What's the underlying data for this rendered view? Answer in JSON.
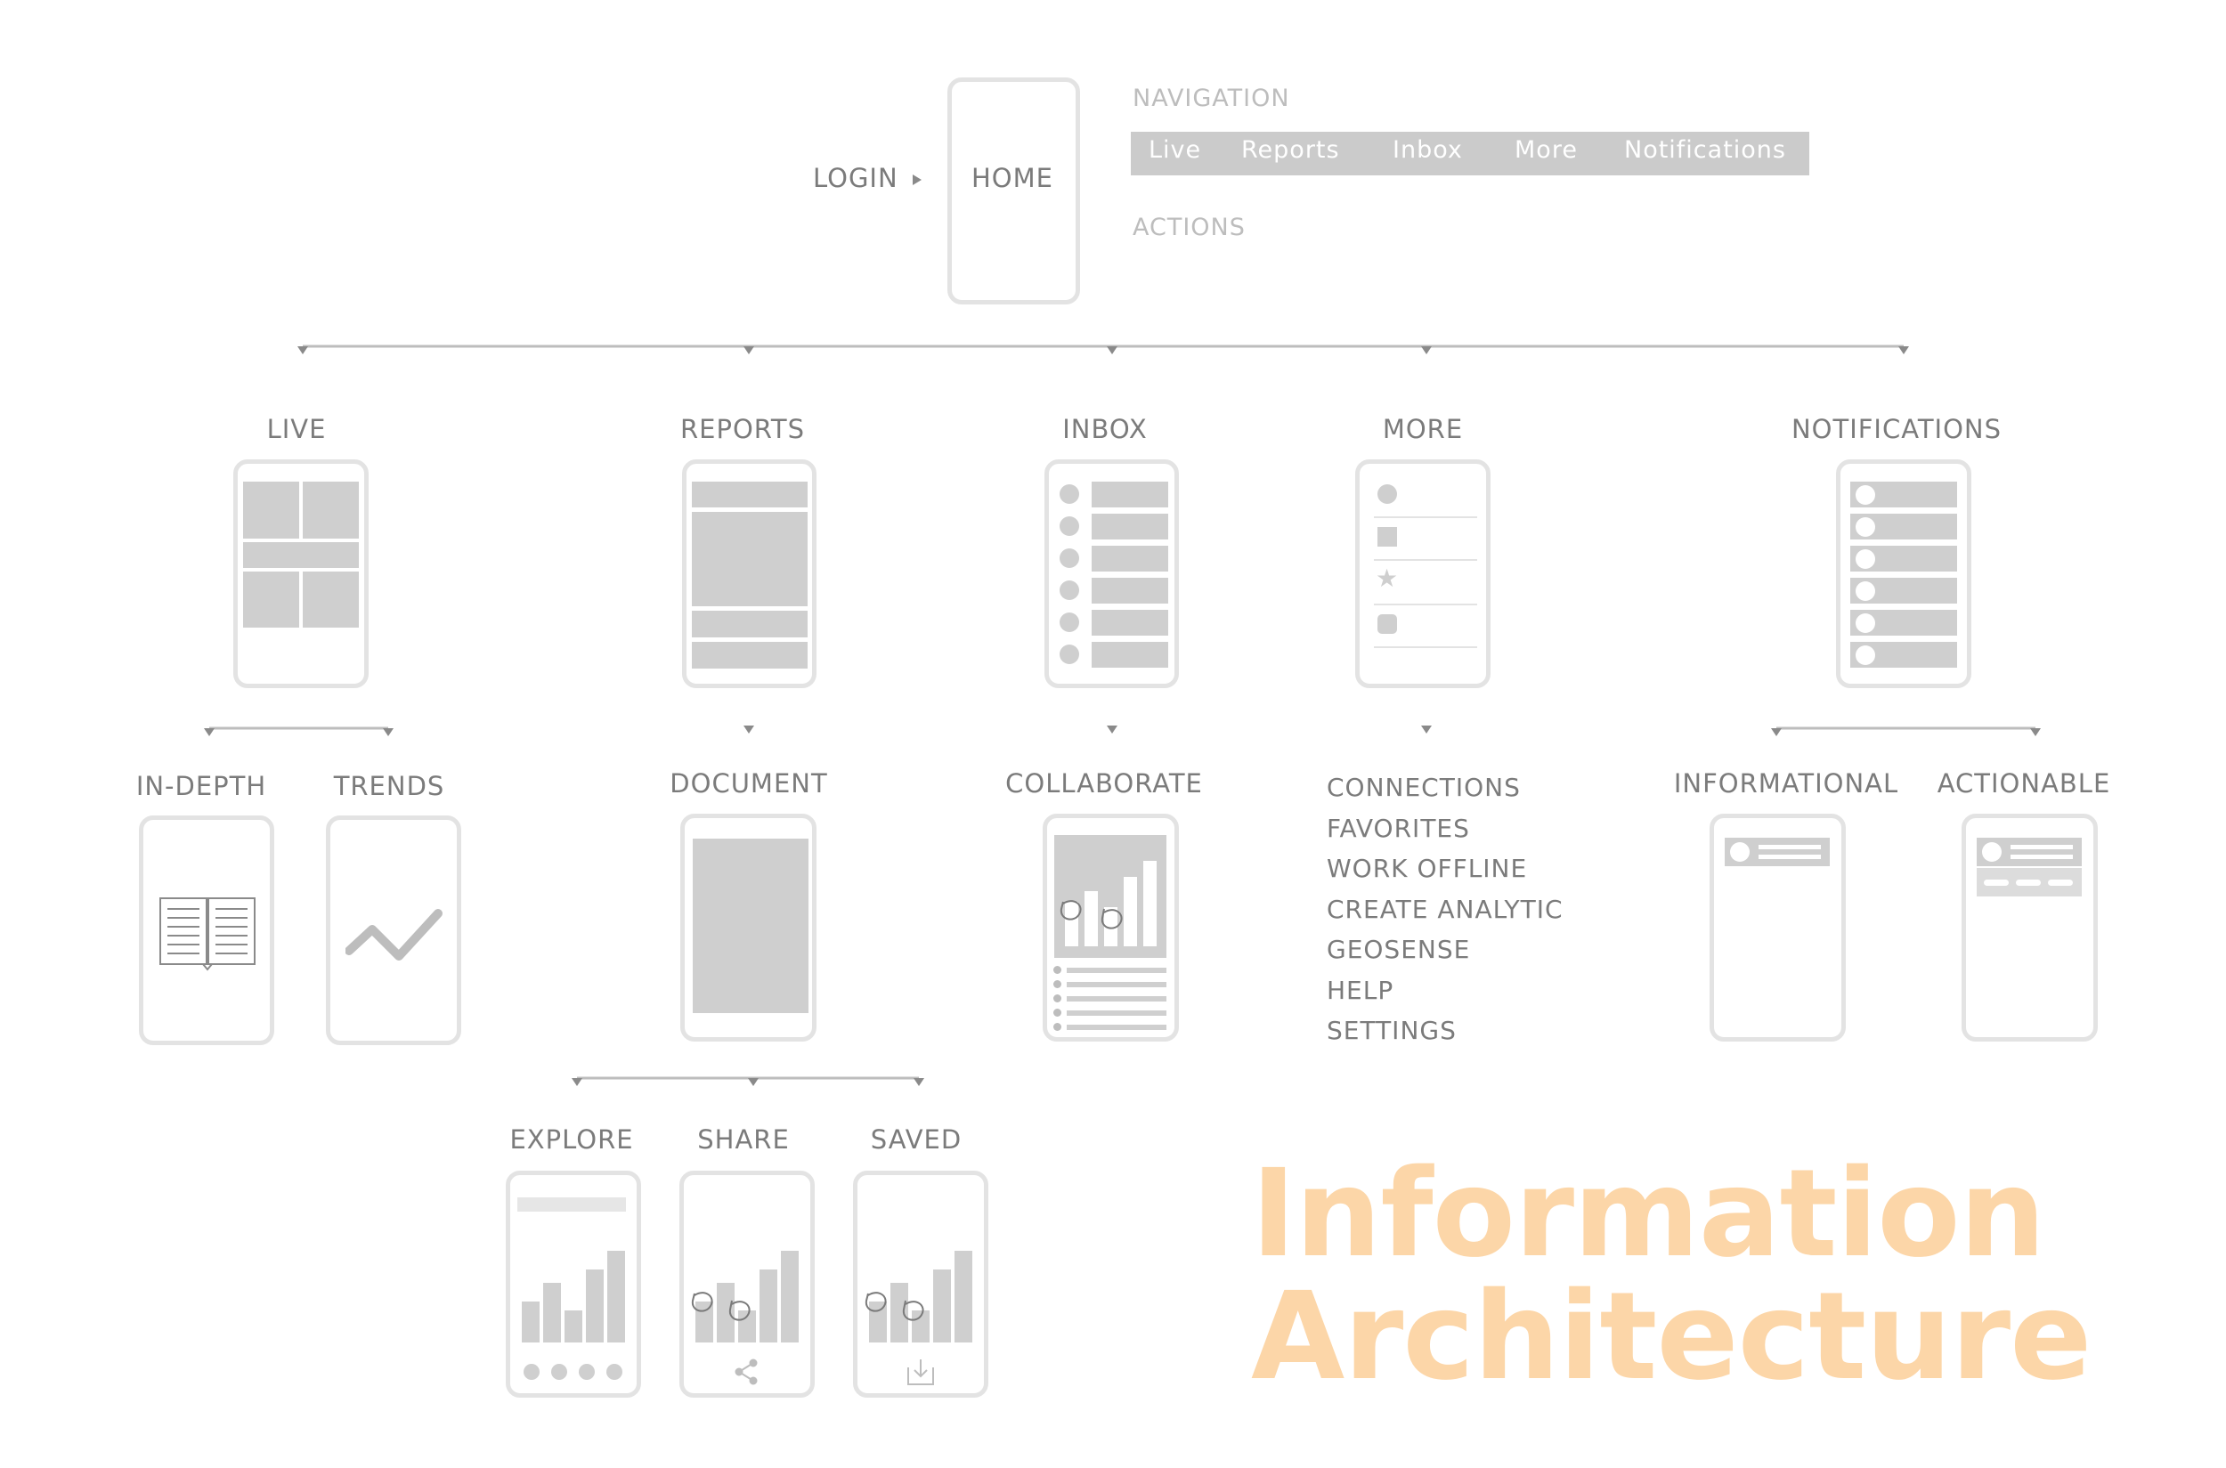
{
  "top": {
    "login": "LOGIN",
    "home": "HOME",
    "navigation_label": "NAVIGATION",
    "actions_label": "ACTIONS",
    "nav_items": [
      "Live",
      "Reports",
      "Inbox",
      "More",
      "Notifications"
    ]
  },
  "sections": {
    "live": "LIVE",
    "reports": "REPORTS",
    "inbox": "INBOX",
    "more": "MORE",
    "notifications": "NOTIFICATIONS"
  },
  "subs": {
    "in_depth": "IN-DEPTH",
    "trends": "TRENDS",
    "document": "DOCUMENT",
    "collaborate": "COLLABORATE",
    "informational": "INFORMATIONAL",
    "actionable": "ACTIONABLE"
  },
  "more_menu": [
    "CONNECTIONS",
    "FAVORITES",
    "WORK OFFLINE",
    "CREATE ANALYTIC",
    "GEOSENSE",
    "HELP",
    "SETTINGS"
  ],
  "doc_children": {
    "explore": "EXPLORE",
    "share": "SHARE",
    "saved": "SAVED"
  },
  "title": {
    "line1": "Information",
    "line2": "Architecture"
  },
  "colors": {
    "wireframe_border": "#e3e3e3",
    "wireframe_fill": "#cfcfcf",
    "label_text": "#7b7b7b",
    "connector": "#9a9a9a",
    "title": "#fcd6a8"
  }
}
